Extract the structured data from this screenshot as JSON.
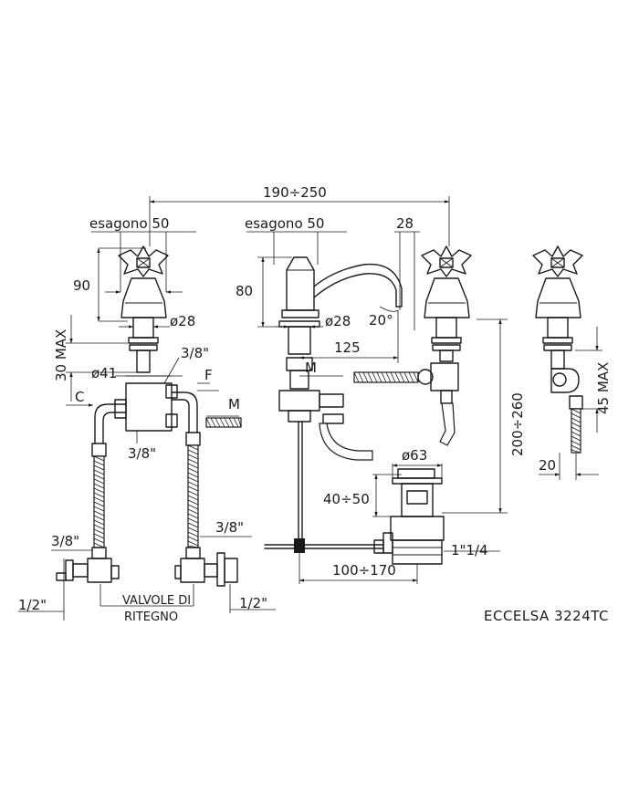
{
  "title": "ECCELSA 3224TC",
  "dimensions": {
    "overall_width": "190÷250",
    "hex_left": "esagono 50",
    "hex_center": "esagono 50",
    "spout_offset": "28",
    "handle_height": "90",
    "spout_height": "80",
    "handle_diameter": "ø28",
    "spout_diameter": "ø28",
    "spout_angle": "20°",
    "spout_reach": "125",
    "max_thickness_left": "30 MAX",
    "body_diameter": "ø41",
    "thread_top": "3/8\"",
    "thread_bottom": "3/8\"",
    "label_f": "F",
    "label_c": "C",
    "label_m_left": "M",
    "label_m_center": "M",
    "thread_valve_left": "3/8\"",
    "thread_valve_right": "3/8\"",
    "inlet_left": "1/2\"",
    "inlet_right": "1/2\"",
    "valves_label_line1": "VALVOLE DI",
    "valves_label_line2": "RITEGNO",
    "waste_diameter": "ø63",
    "waste_height": "40÷50",
    "waste_thread": "1\"1/4",
    "pop_up_range": "100÷170",
    "height_range": "200÷260",
    "max_thickness_right": "45 MAX",
    "side_offset": "20"
  }
}
